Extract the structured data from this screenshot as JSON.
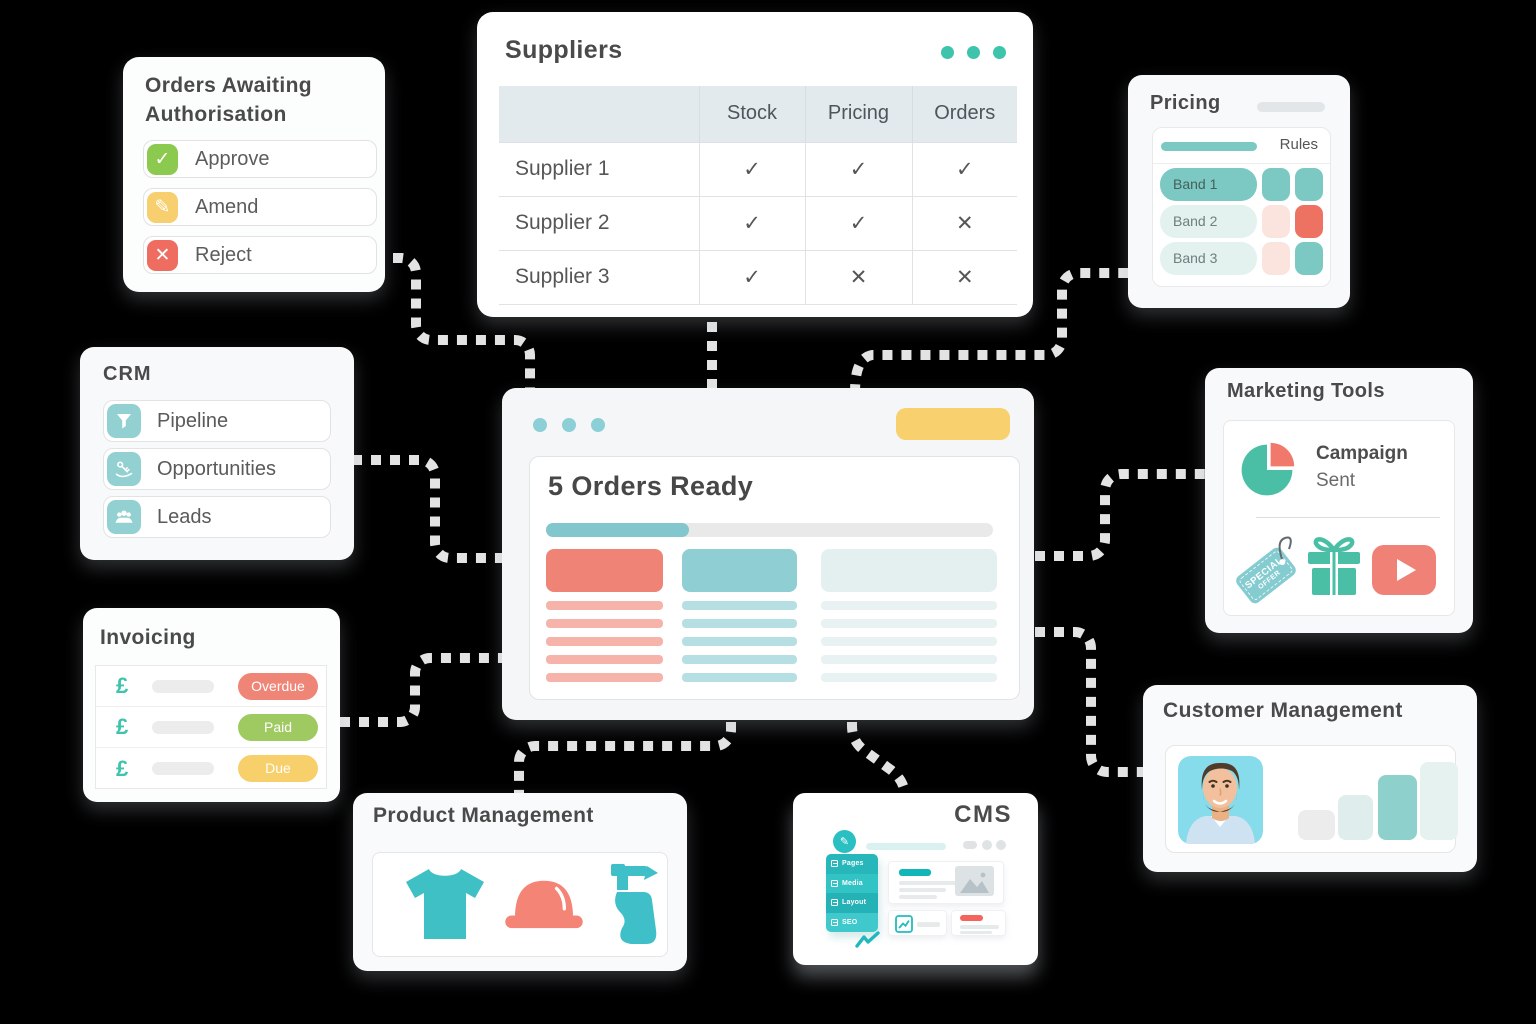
{
  "palette": {
    "teal": "#3ec3ad",
    "teal-soft": "#8ccfd6",
    "teal-cyan": "#2abfc0",
    "salmon": "#ee7265",
    "green": "#8bc64e",
    "yellow": "#f8d06e",
    "dash": "#e3e3e3"
  },
  "orders_awaiting": {
    "title": "Orders Awaiting Authorisation",
    "actions": [
      {
        "label": "Approve",
        "icon": "check",
        "color": "#8bc94f"
      },
      {
        "label": "Amend",
        "icon": "pencil",
        "color": "#f8cf6e"
      },
      {
        "label": "Reject",
        "icon": "cross",
        "color": "#ee6c60"
      }
    ]
  },
  "suppliers": {
    "title": "Suppliers",
    "columns": [
      "",
      "Stock",
      "Pricing",
      "Orders"
    ],
    "rows": [
      {
        "name": "Supplier 1",
        "stock": "check",
        "pricing": "check",
        "orders": "check"
      },
      {
        "name": "Supplier 2",
        "stock": "check",
        "pricing": "check",
        "orders": "cross"
      },
      {
        "name": "Supplier 3",
        "stock": "check",
        "pricing": "cross",
        "orders": "cross"
      }
    ]
  },
  "pricing": {
    "title": "Pricing",
    "tab": "Rules",
    "bands": [
      {
        "label": "Band 1",
        "variant": "solid",
        "cells": [
          "teal",
          "teal"
        ]
      },
      {
        "label": "Band 2",
        "variant": "light",
        "cells": [
          "pink",
          "salmon"
        ]
      },
      {
        "label": "Band 3",
        "variant": "light",
        "cells": [
          "pink",
          "teal"
        ]
      }
    ]
  },
  "crm": {
    "title": "CRM",
    "items": [
      {
        "label": "Pipeline",
        "icon": "funnel-icon"
      },
      {
        "label": "Opportunities",
        "icon": "key-in-hand-icon"
      },
      {
        "label": "Leads",
        "icon": "people-icon"
      }
    ]
  },
  "invoicing": {
    "title": "Invoicing",
    "currency": "£",
    "rows": [
      {
        "status": "Overdue",
        "color": "#ef8577"
      },
      {
        "status": "Paid",
        "color": "#9fca62"
      },
      {
        "status": "Due",
        "color": "#f7cf6b"
      }
    ]
  },
  "orders_ready": {
    "title": "5 Orders Ready",
    "progress_percent": 32
  },
  "marketing": {
    "title": "Marketing Tools",
    "stat_primary": "Campaign",
    "stat_secondary": "Sent",
    "tag_line1": "SPECIAL",
    "tag_line2": "OFFER",
    "icons": [
      "special-offer-tag",
      "gift",
      "video-play"
    ]
  },
  "customer": {
    "title": "Customer Management",
    "bar_heights": [
      30,
      45,
      65,
      78
    ]
  },
  "product": {
    "title": "Product Management",
    "icons": [
      "t-shirt",
      "hard-hat",
      "spray-bottle"
    ]
  },
  "cms": {
    "title": "CMS",
    "menu": [
      {
        "label": "Pages",
        "icon": "pages-icon"
      },
      {
        "label": "Media",
        "icon": "media-icon"
      },
      {
        "label": "Layout",
        "icon": "layout-icon"
      },
      {
        "label": "SEO",
        "icon": "seo-icon"
      }
    ]
  }
}
